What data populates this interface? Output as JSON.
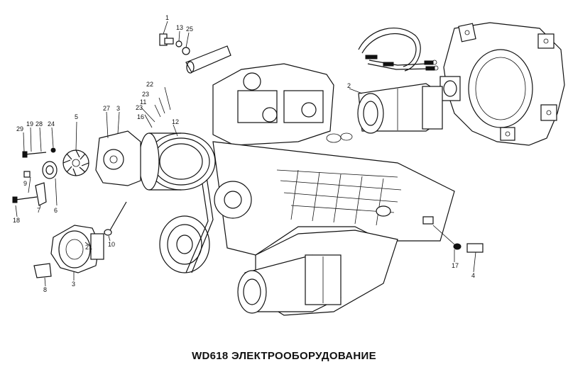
{
  "caption": "WD618 ЭЛЕКТРООБОРУДОВАНИЕ",
  "callouts": [
    "1",
    "13",
    "25",
    "2",
    "22",
    "23",
    "11",
    "23",
    "16",
    "12",
    "27",
    "3",
    "5",
    "29",
    "19",
    "28",
    "24",
    "9",
    "7",
    "6",
    "18",
    "10",
    "21",
    "3",
    "8",
    "17",
    "4"
  ]
}
